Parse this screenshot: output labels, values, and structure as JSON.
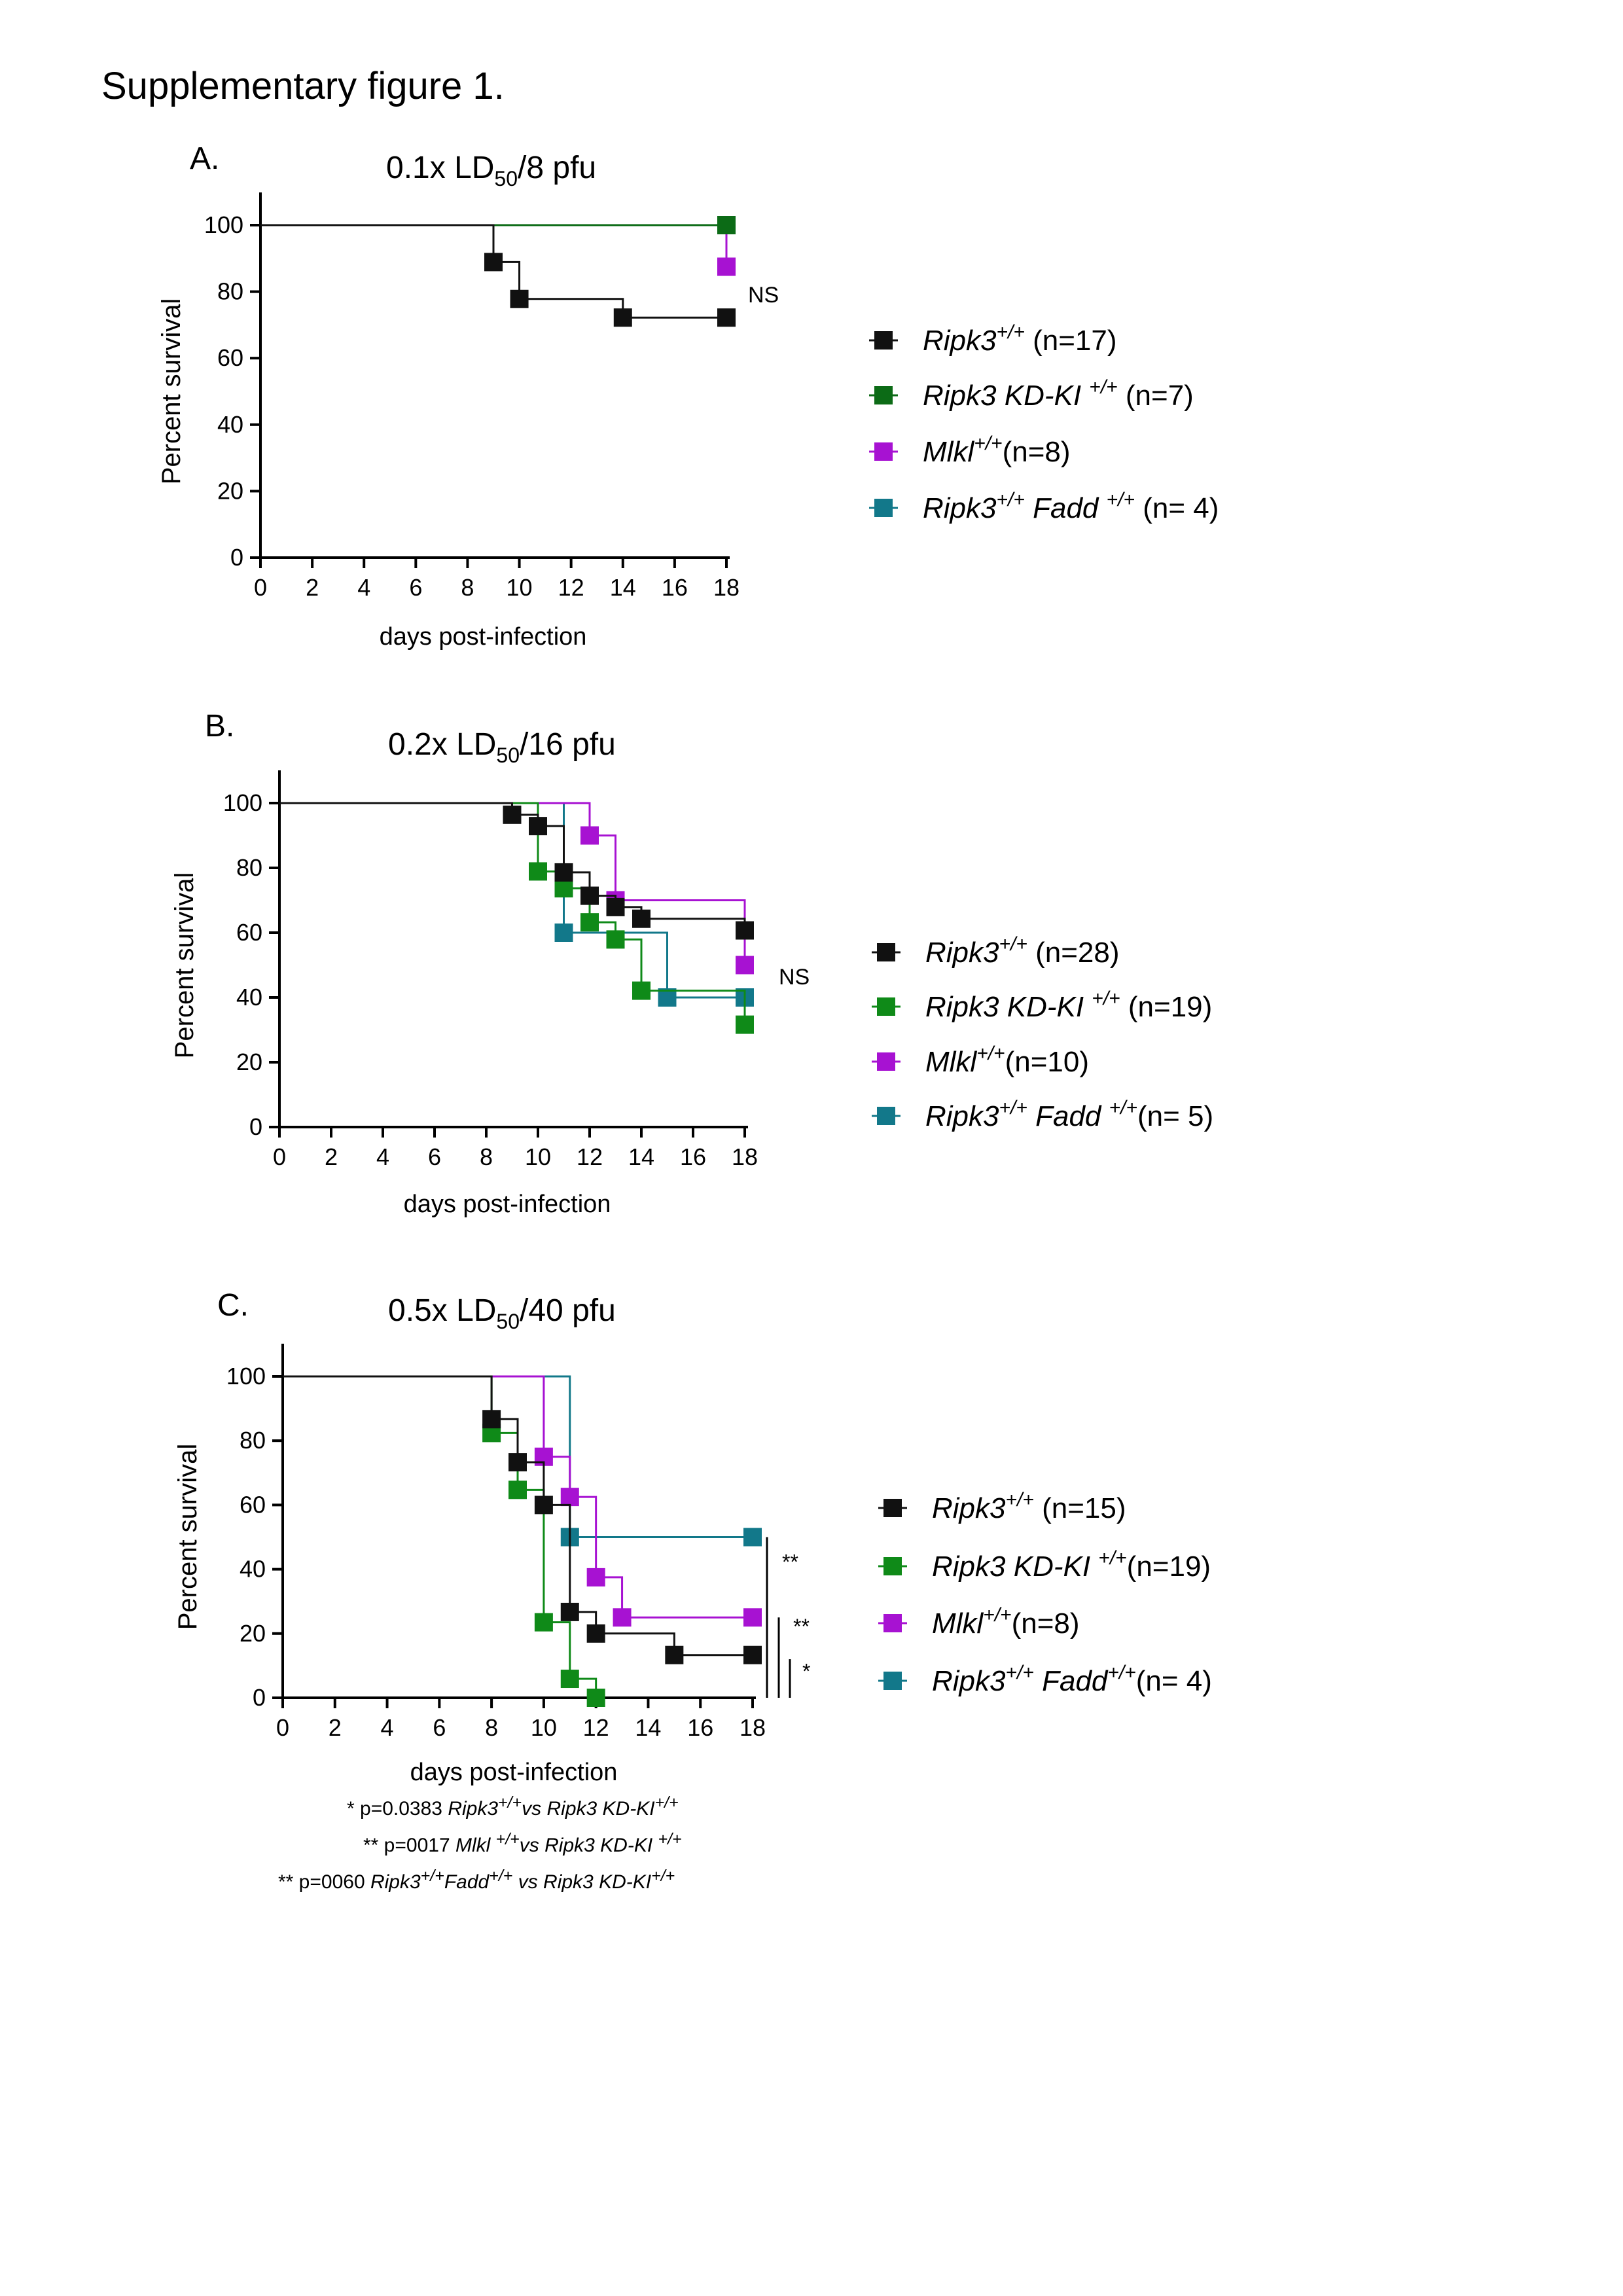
{
  "page_title": "Supplementary figure 1.",
  "marker_colors": {
    "ripk3": "#111111",
    "kdki_a": "#0c6b16",
    "kdki": "#0f8a18",
    "mlkl": "#a712d2",
    "fadd": "#12788a"
  },
  "chart_data": [
    {
      "type": "line",
      "panel": "A.",
      "title": "0.1x LD50/8 pfu",
      "title_main": "0.1x LD",
      "title_sub": "50",
      "title_tail": "/8 pfu",
      "xlabel": "days post-infection",
      "ylabel": "Percent survival",
      "xlim": [
        0,
        18
      ],
      "ylim": [
        0,
        100
      ],
      "xticks": [
        0,
        2,
        4,
        6,
        8,
        10,
        12,
        14,
        16,
        18
      ],
      "yticks": [
        0,
        20,
        40,
        60,
        80,
        100
      ],
      "annotation": "NS",
      "legend_position": "right",
      "series": [
        {
          "name": "Ripk3+/+ (n=17)",
          "label_main": "Ripk3",
          "label_sup": "+/+",
          "label_tail": " (n=17)",
          "color": "#111111",
          "steps": [
            [
              0,
              100
            ],
            [
              9,
              88.9
            ],
            [
              10,
              77.8
            ],
            [
              14,
              72.2
            ],
            [
              18,
              72.2
            ]
          ],
          "markers": [
            [
              9,
              88.9
            ],
            [
              10,
              77.8
            ],
            [
              14,
              72.2
            ],
            [
              18,
              72.2
            ]
          ]
        },
        {
          "name": "Ripk3 KD-KI +/+ (n=7)",
          "label_main": "Ripk3 KD-KI ",
          "label_sup": "+/+",
          "label_tail": "  (n=7)",
          "color": "#0c6b16",
          "steps": [
            [
              0,
              100
            ],
            [
              18,
              100
            ]
          ],
          "markers": [
            [
              18,
              100
            ]
          ]
        },
        {
          "name": "Mlkl+/+(n=8)",
          "label_main": "Mlkl",
          "label_sup": "+/+",
          "label_tail": "(n=8)",
          "color": "#a712d2",
          "steps": [
            [
              0,
              100
            ],
            [
              18,
              100
            ],
            [
              18,
              87.5
            ]
          ],
          "markers": [
            [
              18,
              87.5
            ]
          ]
        },
        {
          "name": "Ripk3+/+ Fadd +/+ (n= 4)",
          "label_main": "Ripk3",
          "label_sup": "+/+",
          "label_mid": " Fadd ",
          "label_sup2": "+/+",
          "label_tail": " (n= 4)",
          "color": "#12788a",
          "steps": [],
          "markers": []
        }
      ]
    },
    {
      "type": "line",
      "panel": "B.",
      "title": "0.2x LD50/16 pfu",
      "title_main": "0.2x LD",
      "title_sub": "50",
      "title_tail": "/16 pfu",
      "xlabel": "days post-infection",
      "ylabel": "Percent survival",
      "xlim": [
        0,
        18
      ],
      "ylim": [
        0,
        100
      ],
      "xticks": [
        0,
        2,
        4,
        6,
        8,
        10,
        12,
        14,
        16,
        18
      ],
      "yticks": [
        0,
        20,
        40,
        60,
        80,
        100
      ],
      "annotation": "NS",
      "legend_position": "right",
      "series": [
        {
          "name": "Ripk3+/+ (n=28)",
          "label_main": "Ripk3",
          "label_sup": "+/+",
          "label_tail": " (n=28)",
          "color": "#111111",
          "steps": [
            [
              0,
              100
            ],
            [
              9,
              96.4
            ],
            [
              10,
              92.9
            ],
            [
              11,
              78.6
            ],
            [
              12,
              71.4
            ],
            [
              13,
              67.9
            ],
            [
              14,
              64.3
            ],
            [
              18,
              64.3
            ],
            [
              18,
              60.7
            ]
          ],
          "markers": [
            [
              9,
              96.4
            ],
            [
              10,
              92.9
            ],
            [
              11,
              78.6
            ],
            [
              12,
              71.4
            ],
            [
              13,
              67.9
            ],
            [
              14,
              64.3
            ],
            [
              18,
              60.7
            ]
          ]
        },
        {
          "name": "Ripk3 KD-KI +/+ (n=19)",
          "label_main": "Ripk3 KD-KI ",
          "label_sup": "+/+",
          "label_tail": " (n=19)",
          "color": "#0f8a18",
          "steps": [
            [
              0,
              100
            ],
            [
              10,
              78.9
            ],
            [
              11,
              73.7
            ],
            [
              12,
              63.2
            ],
            [
              13,
              57.9
            ],
            [
              14,
              42.1
            ],
            [
              18,
              42.1
            ],
            [
              18,
              31.6
            ]
          ],
          "markers": [
            [
              10,
              78.9
            ],
            [
              11,
              73.7
            ],
            [
              12,
              63.2
            ],
            [
              13,
              57.9
            ],
            [
              14,
              42.1
            ],
            [
              18,
              31.6
            ]
          ]
        },
        {
          "name": "Mlkl+/+(n=10)",
          "label_main": "Mlkl",
          "label_sup": "+/+",
          "label_tail": "(n=10)",
          "color": "#a712d2",
          "steps": [
            [
              0,
              100
            ],
            [
              12,
              90
            ],
            [
              13,
              70
            ],
            [
              18,
              70
            ],
            [
              18,
              50
            ]
          ],
          "markers": [
            [
              12,
              90
            ],
            [
              13,
              70
            ],
            [
              18,
              50
            ]
          ]
        },
        {
          "name": "Ripk3+/+ Fadd+/+(n= 5)",
          "label_main": "Ripk3",
          "label_sup": "+/+",
          "label_mid": " Fadd ",
          "label_sup2": "+/+",
          "label_tail": "(n= 5)",
          "color": "#12788a",
          "steps": [
            [
              0,
              100
            ],
            [
              11,
              60
            ],
            [
              15,
              40
            ],
            [
              18,
              40
            ]
          ],
          "markers": [
            [
              11,
              60
            ],
            [
              15,
              40
            ],
            [
              18,
              40
            ]
          ]
        }
      ]
    },
    {
      "type": "line",
      "panel": "C.",
      "title": "0.5x LD50/40 pfu",
      "title_main": "0.5x LD",
      "title_sub": "50",
      "title_tail": "/40 pfu",
      "xlabel": "days post-infection",
      "ylabel": "Percent survival",
      "xlim": [
        0,
        18
      ],
      "ylim": [
        0,
        100
      ],
      "xticks": [
        0,
        2,
        4,
        6,
        8,
        10,
        12,
        14,
        16,
        18
      ],
      "yticks": [
        0,
        20,
        40,
        60,
        80,
        100
      ],
      "legend_position": "right",
      "significance": [
        "**",
        "**",
        "*"
      ],
      "series": [
        {
          "name": "Ripk3+/+ (n=15)",
          "label_main": "Ripk3",
          "label_sup": "+/+",
          "label_tail": " (n=15)",
          "color": "#111111",
          "steps": [
            [
              0,
              100
            ],
            [
              8,
              86.7
            ],
            [
              9,
              73.3
            ],
            [
              10,
              60
            ],
            [
              11,
              26.7
            ],
            [
              12,
              20
            ],
            [
              15,
              13.3
            ],
            [
              18,
              13.3
            ]
          ],
          "markers": [
            [
              8,
              86.7
            ],
            [
              9,
              73.3
            ],
            [
              10,
              60
            ],
            [
              11,
              26.7
            ],
            [
              12,
              20
            ],
            [
              15,
              13.3
            ],
            [
              18,
              13.3
            ]
          ]
        },
        {
          "name": "Ripk3 KD-KI +/+(n=19)",
          "label_main": "Ripk3 KD-KI ",
          "label_sup": "+/+",
          "label_tail": "(n=19)",
          "color": "#0f8a18",
          "steps": [
            [
              0,
              100
            ],
            [
              8,
              82.4
            ],
            [
              9,
              64.7
            ],
            [
              10,
              23.5
            ],
            [
              11,
              5.9
            ],
            [
              12,
              0
            ]
          ],
          "markers": [
            [
              8,
              82.4
            ],
            [
              9,
              64.7
            ],
            [
              10,
              23.5
            ],
            [
              11,
              5.9
            ],
            [
              12,
              0
            ]
          ]
        },
        {
          "name": "Mlkl+/+(n=8)",
          "label_main": "Mlkl",
          "label_sup": "+/+",
          "label_tail": "(n=8)",
          "color": "#a712d2",
          "steps": [
            [
              0,
              100
            ],
            [
              10,
              75
            ],
            [
              11,
              62.5
            ],
            [
              12,
              37.5
            ],
            [
              13,
              25
            ],
            [
              18,
              25
            ]
          ],
          "markers": [
            [
              10,
              75
            ],
            [
              11,
              62.5
            ],
            [
              12,
              37.5
            ],
            [
              13,
              25
            ],
            [
              18,
              25
            ]
          ]
        },
        {
          "name": "Ripk3+/+ Fadd+/+(n= 4)",
          "label_main": "Ripk3",
          "label_sup": "+/+",
          "label_mid": " Fadd",
          "label_sup2": "+/+",
          "label_tail": "(n= 4)",
          "color": "#12788a",
          "steps": [
            [
              0,
              100
            ],
            [
              11,
              50
            ],
            [
              18,
              50
            ]
          ],
          "markers": [
            [
              11,
              50
            ],
            [
              18,
              50
            ]
          ]
        }
      ]
    }
  ],
  "footnotes": [
    {
      "prefix": "* p=0.0383 ",
      "a": "Ripk3",
      "a_sup": "+/+",
      "vs": "vs ",
      "b": "Ripk3 KD-KI",
      "b_sup": "+/+"
    },
    {
      "prefix": "** p=0017 ",
      "a": "Mlkl ",
      "a_sup": "+/+",
      "vs": "vs  ",
      "b": "Ripk3 KD-KI ",
      "b_sup": "+/+"
    },
    {
      "prefix": "** p=0060 ",
      "a": "Ripk3",
      "a_sup": "+/+",
      "a2": "Fadd",
      "a2_sup": "+/+",
      "vs": " vs ",
      "b": "Ripk3 KD-KI",
      "b_sup": "+/+"
    }
  ]
}
